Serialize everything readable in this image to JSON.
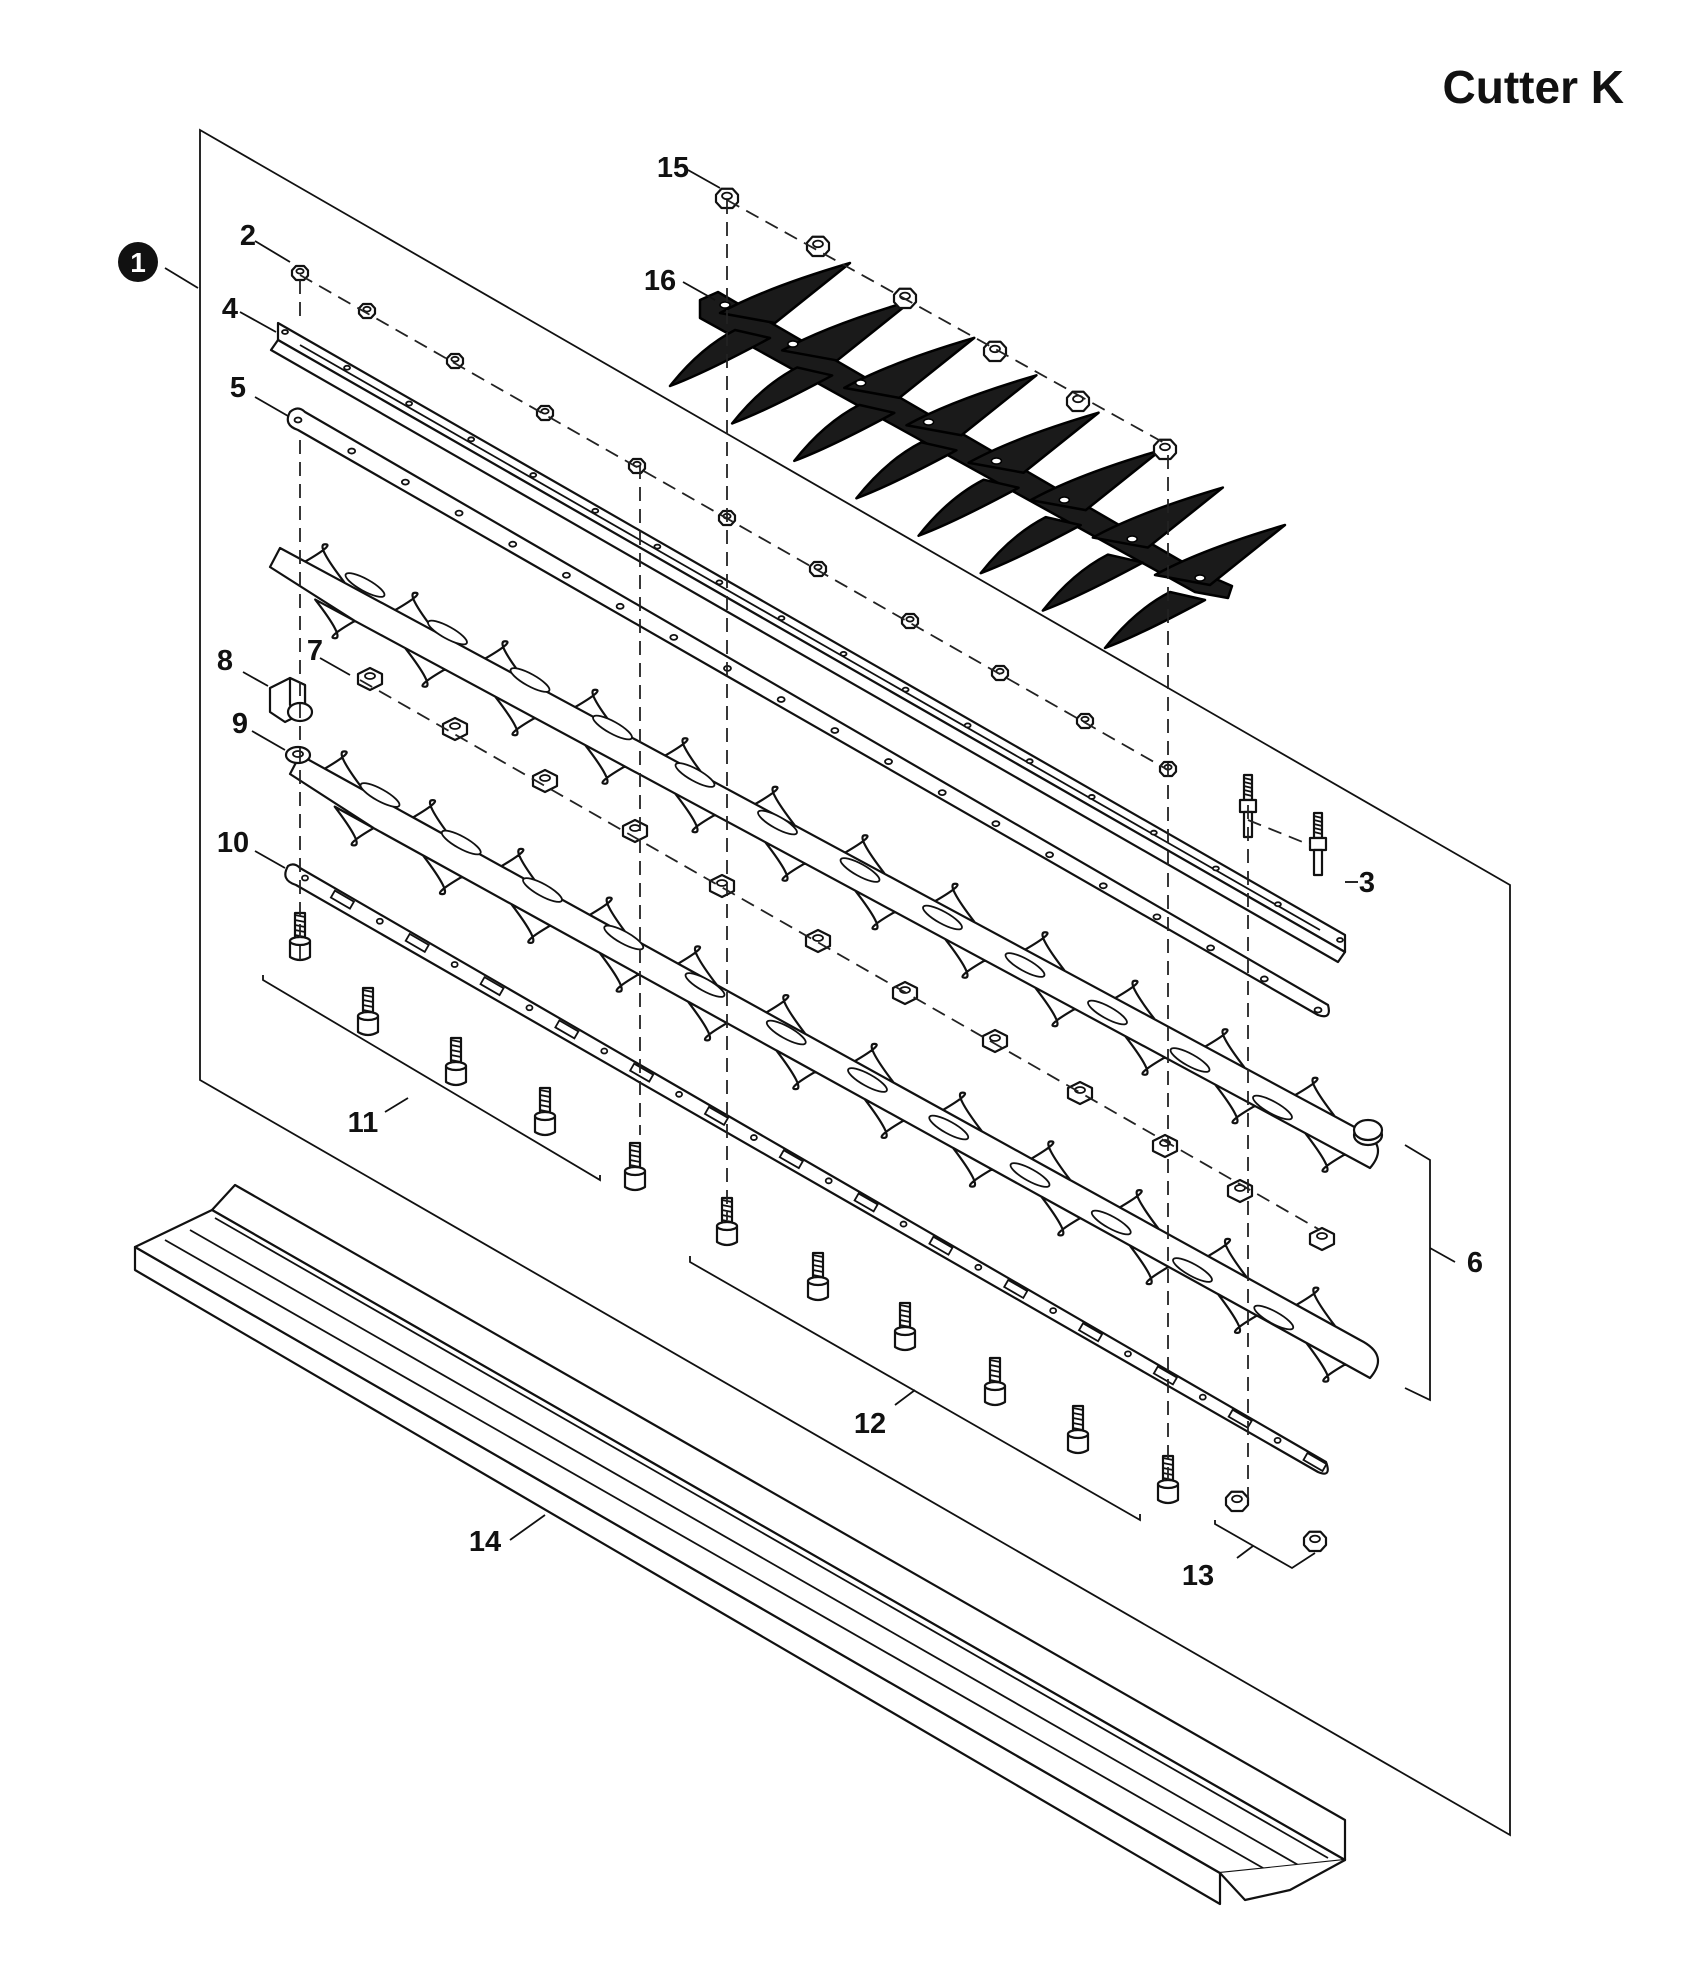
{
  "title": "Cutter K",
  "callouts": {
    "assembly": "1",
    "nut_small": "2",
    "stud": "3",
    "guide_bar": "4",
    "spacer_strip": "5",
    "blade_set": "6",
    "slider": "7",
    "stopper": "8",
    "washer": "9",
    "bottom_plate": "10",
    "bolts_a": "11",
    "bolts_b": "12",
    "nuts_c": "13",
    "blade_cover": "14",
    "nut_top": "15",
    "top_guard": "16"
  }
}
